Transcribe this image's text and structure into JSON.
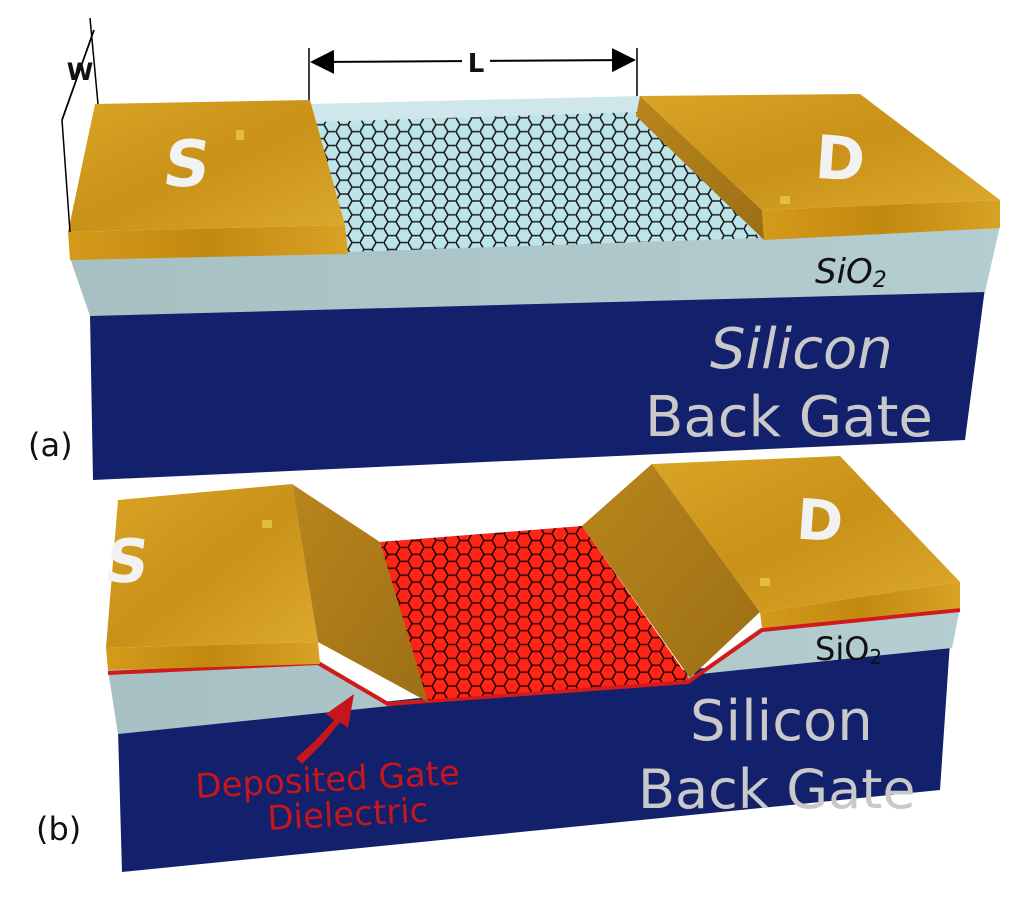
{
  "panel_a": {
    "panel_label": "(a)",
    "source_label": "S",
    "drain_label": "D",
    "oxide_label": "SiO",
    "oxide_subscript": "2",
    "substrate_line1": "Silicon",
    "substrate_line2": "Back Gate",
    "length_label": "L",
    "width_label": "W"
  },
  "panel_b": {
    "panel_label": "(b)",
    "source_label": "S",
    "drain_label": "D",
    "oxide_label": "SiO",
    "oxide_subscript": "2",
    "substrate_line1": "Silicon",
    "substrate_line2": "Back Gate",
    "dielectric_line1": "Deposited Gate",
    "dielectric_line2": "Dielectric"
  },
  "colors": {
    "substrate_front": "#13206b",
    "substrate_dark": "#0d1650",
    "oxide": "#a9c4c7",
    "oxide_top": "#cfe7ea",
    "gold_top": "#d6a021",
    "gold_front": "#c68c14",
    "gold_slope": "#a87818",
    "graphene_a": "#b8e2e6",
    "graphene_b": "#ff1a12",
    "dielectric": "#d11a1a"
  }
}
